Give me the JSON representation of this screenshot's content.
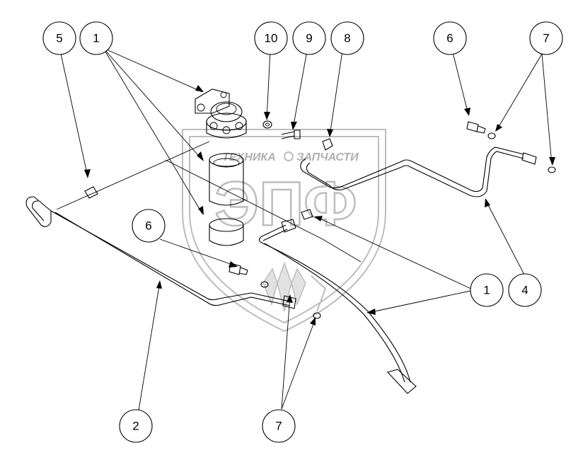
{
  "watermark": {
    "brand_letters": "ЭПФ",
    "left_word": "ТЕХНИКА",
    "right_word": "ЗАПЧАСТИ"
  },
  "callouts": [
    {
      "id": "c5",
      "label": "5"
    },
    {
      "id": "c1a",
      "label": "1"
    },
    {
      "id": "c10",
      "label": "10"
    },
    {
      "id": "c9",
      "label": "9"
    },
    {
      "id": "c8",
      "label": "8"
    },
    {
      "id": "c6a",
      "label": "6"
    },
    {
      "id": "c7a",
      "label": "7"
    },
    {
      "id": "c6b",
      "label": "6"
    },
    {
      "id": "c1b",
      "label": "1"
    },
    {
      "id": "c4",
      "label": "4"
    },
    {
      "id": "c2",
      "label": "2"
    },
    {
      "id": "c7b",
      "label": "7"
    }
  ]
}
